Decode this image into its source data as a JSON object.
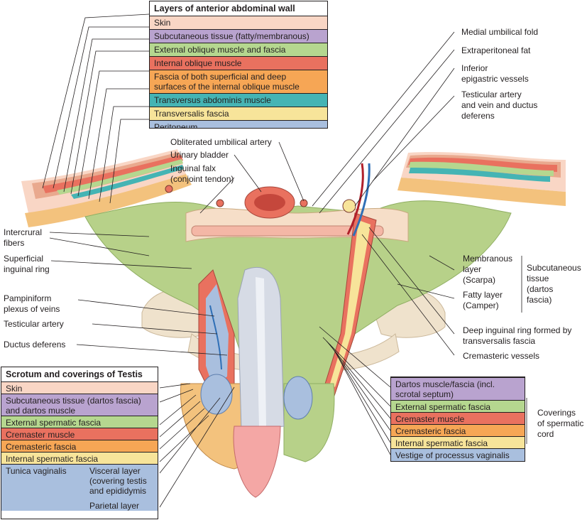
{
  "colors": {
    "skin": "#f9d6c5",
    "subcutaneous": "#b9a3cf",
    "external_oblique": "#b5d78f",
    "internal_oblique": "#e9715f",
    "fascia_orange": "#f6a655",
    "transversus": "#45b4b4",
    "transversalis": "#f7e49a",
    "peritoneum": "#a9bfde",
    "green_fascia": "#b7d189",
    "bone": "#efe2cc"
  },
  "abdominal_wall_legend": {
    "title": "Layers of anterior abdominal wall",
    "items": [
      {
        "label": "Skin",
        "color": "#f9d6c5"
      },
      {
        "label": "Subcutaneous tissue (fatty/membranous)",
        "color": "#b9a3cf"
      },
      {
        "label": "External oblique muscle and fascia",
        "color": "#b5d78f"
      },
      {
        "label": "Internal oblique muscle",
        "color": "#e9715f"
      },
      {
        "label": "Fascia of both superficial and deep\nsurfaces of the internal oblique muscle",
        "color": "#f6a655"
      },
      {
        "label": "Transversus abdominis muscle",
        "color": "#45b4b4"
      },
      {
        "label": "Transversalis fascia",
        "color": "#f7e49a"
      },
      {
        "label": "Peritoneum",
        "color": "#a9bfde"
      }
    ]
  },
  "scrotum_legend": {
    "title": "Scrotum and coverings of Testis",
    "items": [
      {
        "label": "Skin",
        "color": "#f9d6c5"
      },
      {
        "label": "Subcutaneous tissue (dartos fascia)\nand dartos muscle",
        "color": "#b9a3cf"
      },
      {
        "label": "External spermatic fascia",
        "color": "#b5d78f"
      },
      {
        "label": "Cremaster muscle",
        "color": "#e9715f"
      },
      {
        "label": "Cremasteric fascia",
        "color": "#f6a655"
      },
      {
        "label": "Internal spermatic fascia",
        "color": "#f7e49a"
      }
    ],
    "tunica": {
      "label": "Tunica vaginalis",
      "visceral": "Visceral layer\n(covering testis\nand epididymis",
      "parietal": "Parietal layer",
      "color": "#a9bfde"
    }
  },
  "spermatic_cord_legend": {
    "items": [
      {
        "label": "Dartos muscle/fascia (incl.\nscrotal septum)",
        "color": "#b9a3cf"
      },
      {
        "label": "External spermatic fascia",
        "color": "#b5d78f"
      },
      {
        "label": "Cremaster muscle",
        "color": "#e9715f"
      },
      {
        "label": "Cremasteric fascia",
        "color": "#f6a655"
      },
      {
        "label": "Internal spermatic fascia",
        "color": "#f7e49a"
      },
      {
        "label": "Vestige of processus vaginalis",
        "color": "#a9bfde"
      }
    ],
    "bracket_label": "Coverings\nof spermatic\ncord"
  },
  "labels": {
    "medial_umbilical_fold": "Medial umbilical fold",
    "extraperitoneal_fat": "Extraperitoneal fat",
    "inferior_epigastric": "Inferior\nepigastric vessels",
    "testicular_artery_vein": "Testicular artery\nand vein and ductus\ndeferens",
    "obliterated_umbilical": "Obliterated umbilical artery",
    "urinary_bladder": "Urinary bladder",
    "inguinal_falx": "Inguinal falx\n(conjoint tendon)",
    "intercrural_fibers": "Intercrural\nfibers",
    "superficial_inguinal_ring": "Superficial\ninguinal ring",
    "pampiniform": "Pampiniform\nplexus of veins",
    "testicular_artery": "Testicular artery",
    "ductus_deferens": "Ductus deferens",
    "membranous_layer": "Membranous\nlayer\n(Scarpa)",
    "fatty_layer": "Fatty layer\n(Camper)",
    "subcutaneous_tissue": "Subcutaneous\ntissue\n(dartos\nfascia)",
    "deep_inguinal_ring": "Deep inguinal ring formed by\ntransversalis fascia",
    "cremasteric_vessels": "Cremasteric vessels"
  }
}
